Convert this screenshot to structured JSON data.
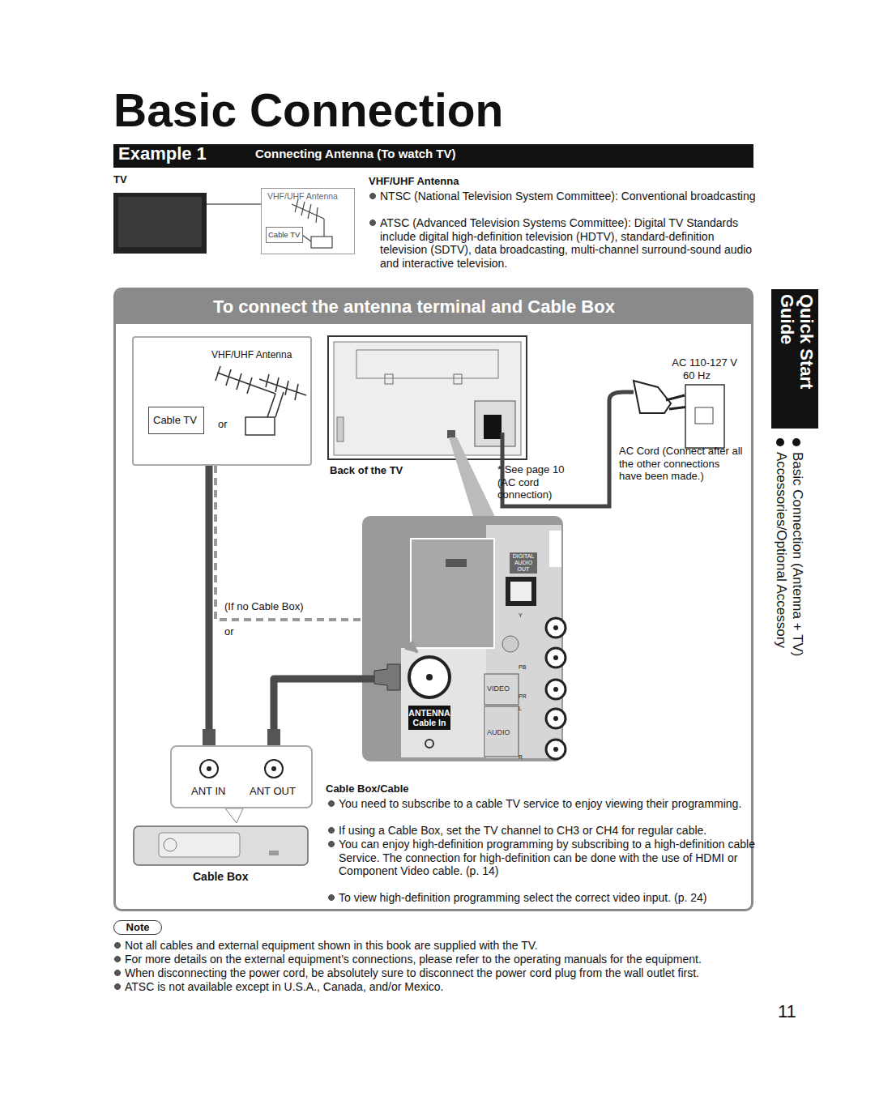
{
  "diagram": {
    "title": "Basic Connection",
    "nodes": [
      {
        "text": [
          "Example 1",
          "Connecting Antenna (To watch TV)"
        ]
      },
      {
        "text": [
          "VHF/UHF Antenna"
        ]
      },
      {
        "text": [
          "Cable TV"
        ],
        "in": 1
      },
      {
        "text": [
          "To connect the antenna terminal and Cable Box"
        ]
      },
      {
        "text": [
          "VHF/UHF Antenna",
          "or"
        ],
        "in": 3
      },
      {
        "text": [
          "Cable TV"
        ],
        "in": 4
      },
      {
        "text": [
          "ANT IN",
          "ANT OUT"
        ],
        "in": 3
      },
      {
        "text": [
          "ANTENNA Cable In"
        ],
        "in": 3
      },
      {
        "text": [
          "DIGITAL AUDIO OUT"
        ],
        "in": 3
      },
      {
        "text": [
          "Quick Start Guide"
        ]
      }
    ],
    "edges": [
      {
        "from": 4,
        "to": 6,
        "arrow": "none"
      },
      {
        "from": 6,
        "to": 7,
        "arrow": "none"
      },
      {
        "from": 4,
        "to": 7,
        "label": "(If no Cable Box)",
        "arrow": "to"
      }
    ],
    "labels": [
      "TV",
      "VHF/UHF Antenna",
      "NTSC (National Television System Committee): Conventional broadcasting",
      "ATSC (Advanced Television Systems Committee): Digital TV Standards include digital high-definition television (HDTV), standard-definition television (SDTV), data broadcasting, multi-channel surround-sound audio and interactive television.",
      "AC 110-127 V",
      "60 Hz",
      "Back of the TV",
      "* See page 10 (AC cord connection)",
      "AC Cord (Connect after all the other connections have been made.)",
      "or",
      "Y",
      "VIDEO",
      "AUDIO",
      "L",
      "R",
      "Cable Box",
      "Cable Box/Cable",
      "You need to subscribe to a cable TV service to enjoy viewing their programming.",
      "If using a Cable Box, set the TV channel to CH3 or CH4 for regular cable.",
      "You can enjoy high-definition programming by subscribing to a high-definition cable Service. The connection for high-definition can be done with the use of HDMI or Component Video cable. (p. 14)",
      "To view high-definition programming select the correct video input. (p. 24)",
      "Note",
      "Not all cables and external equipment shown in this book are supplied with the TV.",
      "For more details on the external equipment’s connections, please refer to the operating manuals for the equipment.",
      "When disconnecting the power cord, be absolutely sure to disconnect the power cord plug from the wall outlet first.",
      "ATSC is not available except in U.S.A., Canada, and/or Mexico.",
      "Basic Connection (Antenna + TV)",
      "Accessories/Optional Accessory",
      "11",
      "PB",
      "PR"
    ]
  }
}
